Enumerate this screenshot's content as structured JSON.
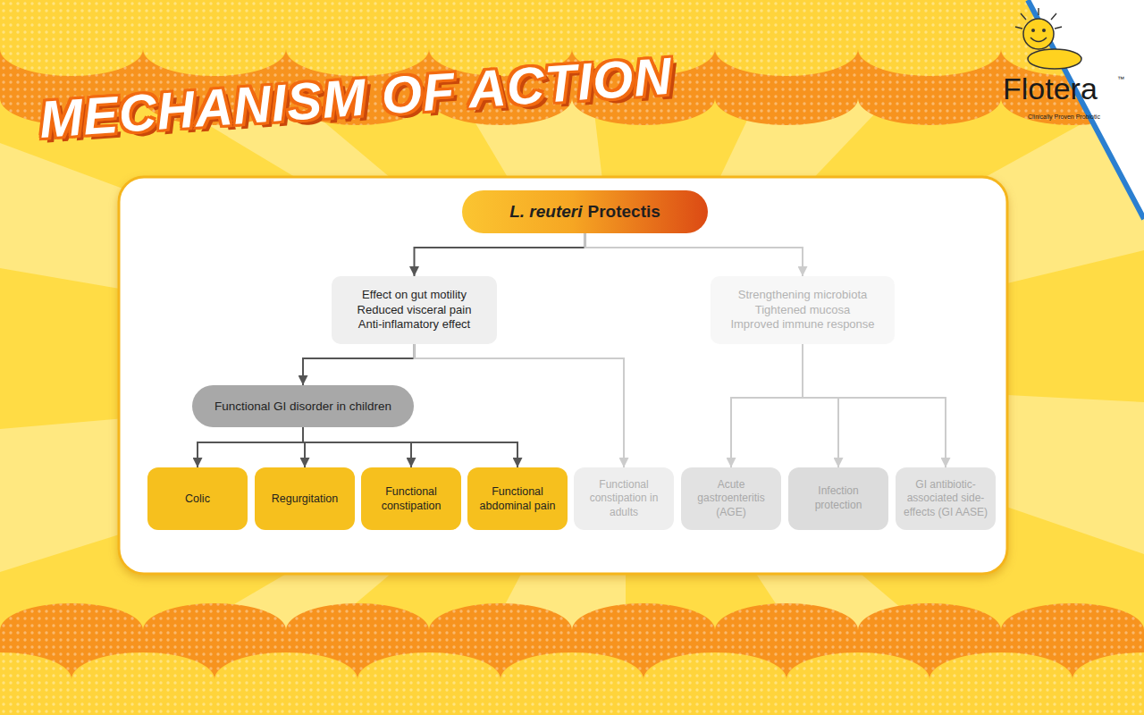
{
  "diagram": {
    "title": "MECHANISM OF ACTION",
    "nodes": [
      {
        "text": [
          "L. reuteri",
          "Protectis"
        ]
      },
      {
        "text": [
          "Effect on gut motility",
          "Reduced visceral pain",
          "Anti-inflamatory effect"
        ]
      },
      {
        "text": [
          "Strengthening microbiota",
          "Tightened mucosa",
          "Improved immune response"
        ]
      },
      {
        "text": [
          "Functional GI disorder in children"
        ]
      },
      {
        "text": [
          "Colic"
        ]
      },
      {
        "text": [
          "Regurgitation"
        ]
      },
      {
        "text": [
          "Functional constipation"
        ]
      },
      {
        "text": [
          "Functional abdominal pain"
        ]
      },
      {
        "text": [
          "Functional constipation in adults"
        ]
      },
      {
        "text": [
          "Acute gastroenteritis (AGE)"
        ]
      },
      {
        "text": [
          "Infection protection"
        ]
      },
      {
        "text": [
          "GI antibiotic-associated side-effects (GI AASE)"
        ]
      }
    ],
    "edges": [
      {
        "from": 0,
        "to": 1,
        "arrow": "to"
      },
      {
        "from": 0,
        "to": 2,
        "arrow": "to"
      },
      {
        "from": 1,
        "to": 3,
        "arrow": "to"
      },
      {
        "from": 1,
        "to": 8,
        "arrow": "to"
      },
      {
        "from": 3,
        "to": 4,
        "arrow": "to"
      },
      {
        "from": 3,
        "to": 5,
        "arrow": "to"
      },
      {
        "from": 3,
        "to": 6,
        "arrow": "to"
      },
      {
        "from": 3,
        "to": 7,
        "arrow": "to"
      },
      {
        "from": 2,
        "to": 9,
        "arrow": "to"
      },
      {
        "from": 2,
        "to": 10,
        "arrow": "to"
      },
      {
        "from": 2,
        "to": 11,
        "arrow": "to"
      }
    ],
    "labels": [
      "Flotera",
      "™",
      "Clinically Proven Probiotic"
    ]
  }
}
